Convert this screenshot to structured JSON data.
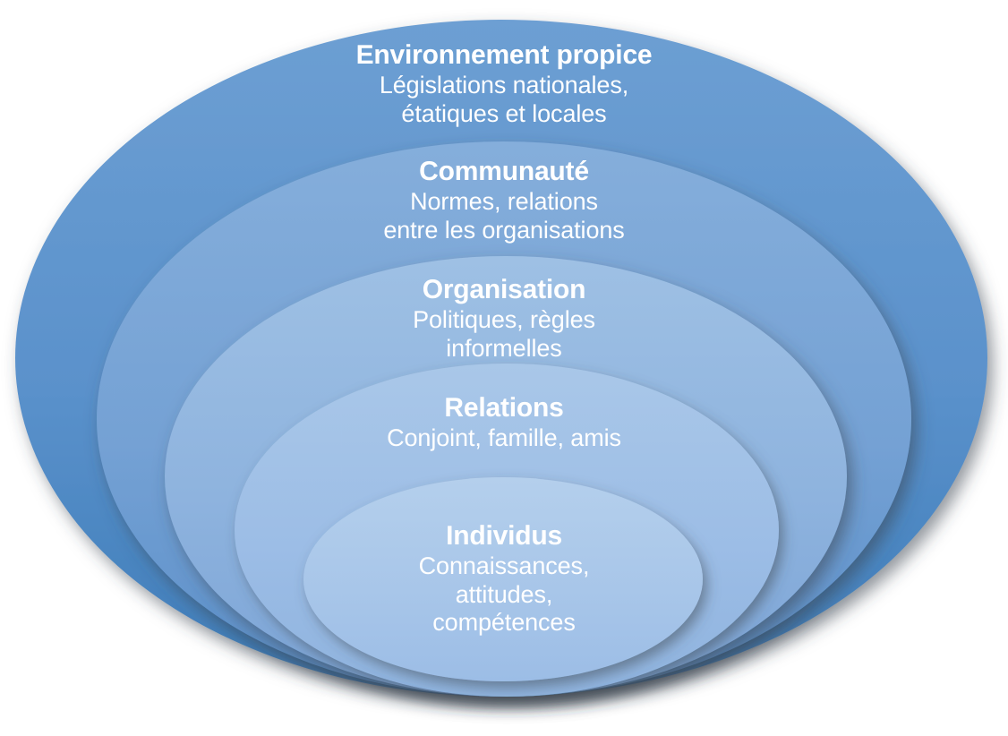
{
  "diagram": {
    "type": "nested-ellipse-socioecological-model",
    "background_color": "#ffffff",
    "text_color": "#ffffff",
    "layers": [
      {
        "id": "environnement",
        "title": "Environnement propice",
        "description_lines": [
          "Législations nationales,",
          "étatiques et locales"
        ],
        "fill_top": "#6d9fd3",
        "fill_bottom": "#3d7cb8",
        "level": 1
      },
      {
        "id": "communaute",
        "title": "Communauté",
        "description_lines": [
          "Normes, relations",
          "entre les organisations"
        ],
        "fill_top": "#85aedb",
        "fill_bottom": "#5b8fc9",
        "level": 2
      },
      {
        "id": "organisation",
        "title": "Organisation",
        "description_lines": [
          "Politiques, règles",
          "informelles"
        ],
        "fill_top": "#9ec0e4",
        "fill_bottom": "#7ca4d6",
        "level": 3
      },
      {
        "id": "relations",
        "title": "Relations",
        "description_lines": [
          "Conjoint, famille, amis"
        ],
        "fill_top": "#a9c7e8",
        "fill_bottom": "#8fb3de",
        "level": 4
      },
      {
        "id": "individus",
        "title": "Individus",
        "description_lines": [
          "Connaissances,",
          "attitudes,",
          "compétences"
        ],
        "fill_top": "#b4cfec",
        "fill_bottom": "#9cbde6",
        "level": 5
      }
    ]
  }
}
